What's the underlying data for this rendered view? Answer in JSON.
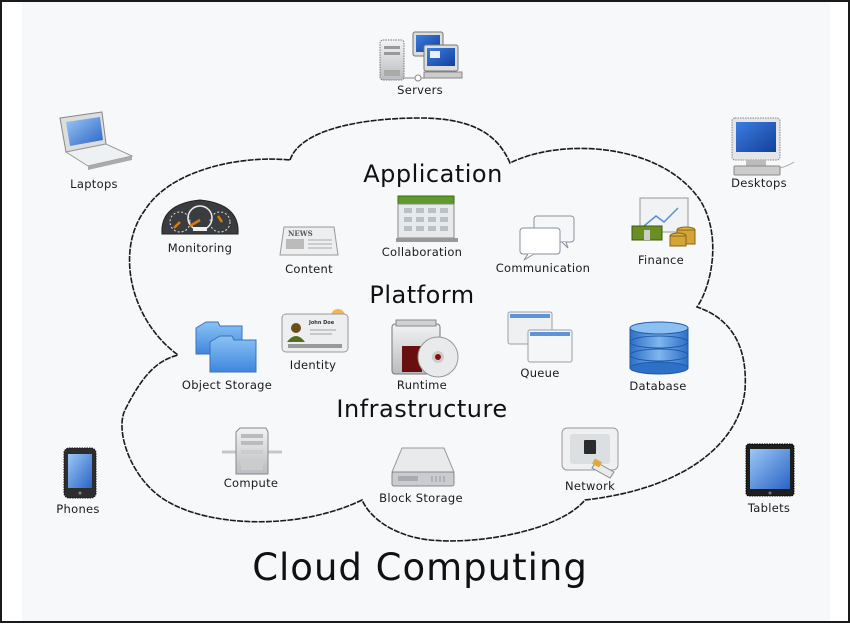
{
  "title": "Cloud Computing",
  "layers": {
    "application": "Application",
    "platform": "Platform",
    "infrastructure": "Infrastructure"
  },
  "clients": {
    "servers": "Servers",
    "laptops": "Laptops",
    "desktops": "Desktops",
    "phones": "Phones",
    "tablets": "Tablets"
  },
  "application_services": {
    "monitoring": "Monitoring",
    "content": "Content",
    "collaboration": "Collaboration",
    "communication": "Communication",
    "finance": "Finance"
  },
  "platform_services": {
    "object_storage": "Object Storage",
    "identity": "Identity",
    "runtime": "Runtime",
    "queue": "Queue",
    "database": "Database"
  },
  "infrastructure_services": {
    "compute": "Compute",
    "block_storage": "Block Storage",
    "network": "Network"
  },
  "icon_text": {
    "news": "NEWS",
    "id_name": "John Doe"
  },
  "colors": {
    "cloud_outline": "#1a1a1a",
    "background": "#f7f8fa",
    "screen_blue": "#2f6fd0",
    "folder_blue": "#5aa0e8",
    "money_green": "#6b8e23",
    "coin_gold": "#d4a437"
  }
}
